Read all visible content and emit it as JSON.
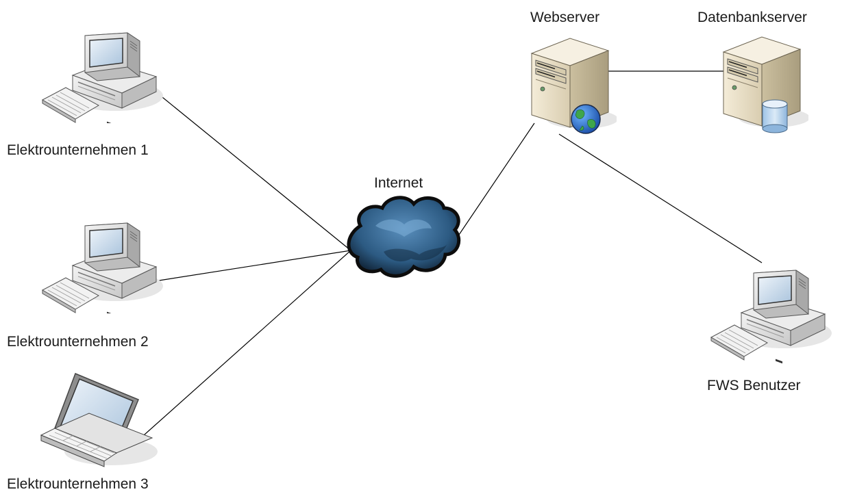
{
  "diagram": {
    "nodes": {
      "client1": {
        "label": "Elektrounternehmen 1",
        "icon": "desktop-computer-icon"
      },
      "client2": {
        "label": "Elektrounternehmen 2",
        "icon": "desktop-computer-icon"
      },
      "client3": {
        "label": "Elektrounternehmen 3",
        "icon": "laptop-icon"
      },
      "internet": {
        "label": "Internet",
        "icon": "cloud-icon"
      },
      "webserver": {
        "label": "Webserver",
        "icon": "web-server-icon"
      },
      "dbserver": {
        "label": "Datenbankserver",
        "icon": "database-server-icon"
      },
      "user": {
        "label": "FWS Benutzer",
        "icon": "desktop-computer-icon"
      }
    },
    "connections": [
      [
        "client1",
        "internet"
      ],
      [
        "client2",
        "internet"
      ],
      [
        "client3",
        "internet"
      ],
      [
        "internet",
        "webserver"
      ],
      [
        "webserver",
        "dbserver"
      ],
      [
        "webserver",
        "user"
      ]
    ],
    "colors": {
      "line": "#000000",
      "cloud": "#3b6a8f",
      "server_body": "#e9dfc7",
      "monitor_screen": "#cfe0ef"
    }
  }
}
